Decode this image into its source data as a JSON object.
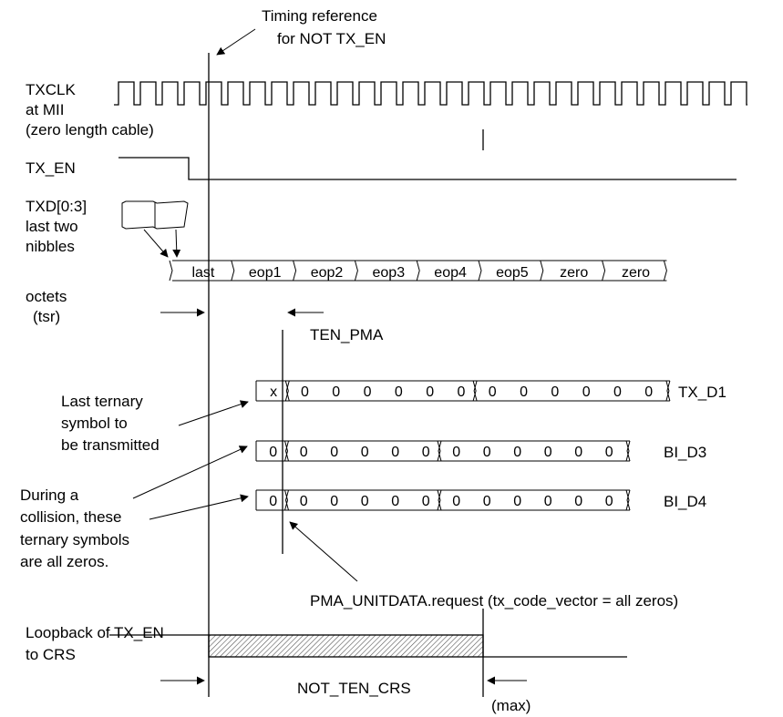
{
  "timing_reference": [
    "Timing reference",
    "for NOT TX_EN"
  ],
  "signals": {
    "txclk": [
      "TXCLK",
      "at MII",
      "(zero length cable)"
    ],
    "tx_en": "TX_EN",
    "txd": [
      "TXD[0:3]",
      "last two",
      "nibbles"
    ],
    "octets": [
      "octets",
      "(tsr)"
    ]
  },
  "octet_cells": [
    "last",
    "eop1",
    "eop2",
    "eop3",
    "eop4",
    "eop5",
    "zero",
    "zero"
  ],
  "ten_pma": "TEN_PMA",
  "symbol_rows": [
    {
      "name": "TX_D1",
      "cells": [
        "x",
        "0",
        "0",
        "0",
        "0",
        "0",
        "0",
        "0",
        "0",
        "0",
        "0",
        "0",
        "0"
      ]
    },
    {
      "name": "BI_D3",
      "cells": [
        "0",
        "0",
        "0",
        "0",
        "0",
        "0",
        "0",
        "0",
        "0",
        "0",
        "0",
        "0"
      ]
    },
    {
      "name": "BI_D4",
      "cells": [
        "0",
        "0",
        "0",
        "0",
        "0",
        "0",
        "0",
        "0",
        "0",
        "0",
        "0",
        "0"
      ]
    }
  ],
  "notes": {
    "last_ternary": [
      "Last ternary",
      "symbol to",
      "be transmitted"
    ],
    "collision": [
      "During a",
      "collision, these",
      "ternary symbols",
      "are all zeros."
    ]
  },
  "pma_request": "PMA_UNITDATA.request (tx_code_vector = all zeros)",
  "loopback": [
    "Loopback of TX_EN",
    "to CRS"
  ],
  "not_ten_crs": "NOT_TEN_CRS",
  "max": "(max)"
}
